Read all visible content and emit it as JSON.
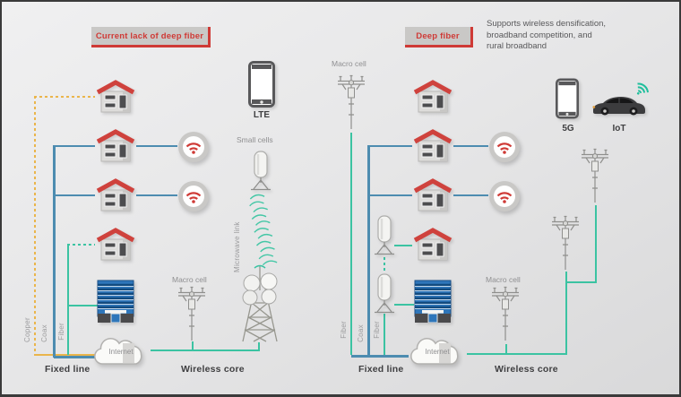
{
  "colors": {
    "red": "#cf3a36",
    "fiber_teal": "#3bc3a2",
    "coax_blue": "#4d8cb0",
    "copper_yellow": "#eab54b",
    "background": "#e6e6e7"
  },
  "left": {
    "badge": "Current lack of deep fiber",
    "lte_label": "LTE",
    "small_cells_label": "Small cells",
    "microwave_label": "Microwave link",
    "macro_cell_label": "Macro cell",
    "internet_label": "Internet",
    "copper_label": "Copper",
    "coax_label": "Coax",
    "fiber_label": "Fiber",
    "fixed_line_label": "Fixed line",
    "wireless_core_label": "Wireless core"
  },
  "right": {
    "badge": "Deep fiber",
    "note_lines": [
      "Supports wireless densification,",
      "broadband competition, and",
      "rural broadband"
    ],
    "macro_cell_top_label": "Macro cell",
    "five_g_label": "5G",
    "iot_label": "IoT",
    "macro_cell_label": "Macro cell",
    "internet_label": "Internet",
    "fiber_label_1": "Fiber",
    "coax_label": "Coax",
    "fiber_label_2": "Fiber",
    "fixed_line_label": "Fixed line",
    "wireless_core_label": "Wireless core"
  }
}
